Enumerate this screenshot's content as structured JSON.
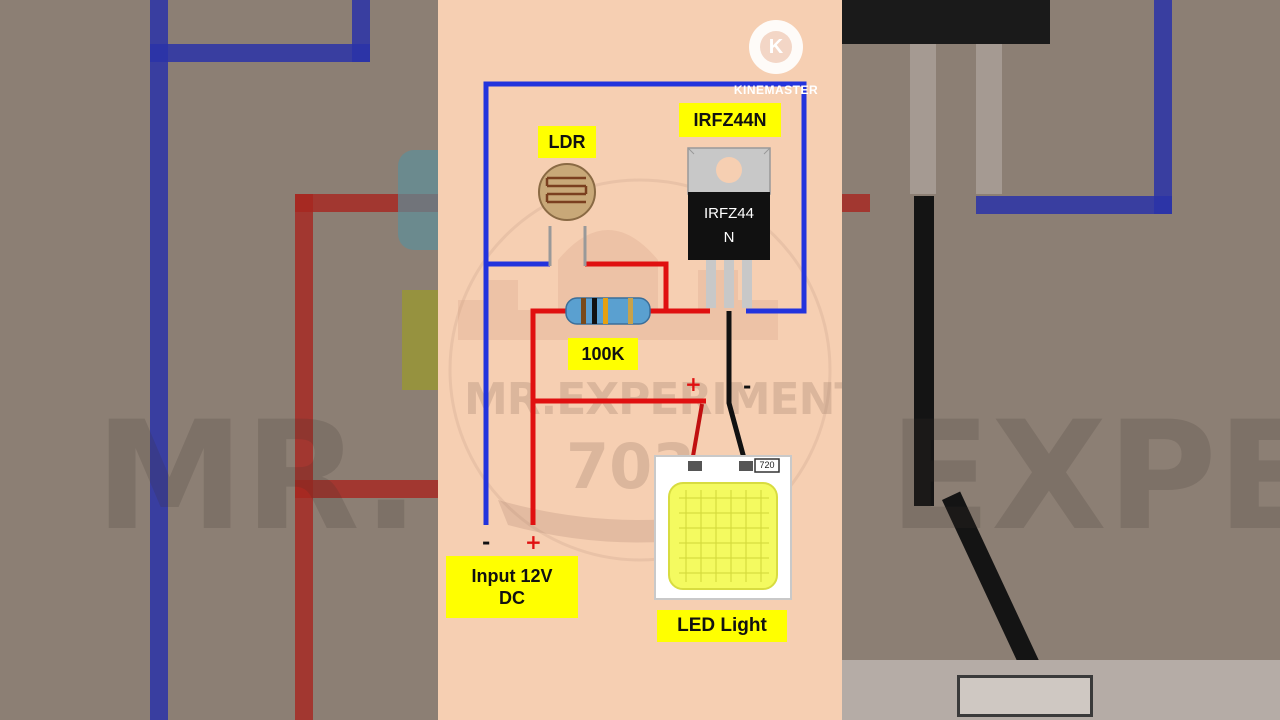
{
  "labels": {
    "ldr": "LDR",
    "mosfet": "IRFZ44N",
    "mosfet_body_line1": "IRFZ44",
    "mosfet_body_line2": "N",
    "resistor": "100K",
    "input_line1": "Input 12V",
    "input_line2": "DC",
    "led": "LED Light",
    "led_plus": "+",
    "led_minus": "-",
    "input_minus": "-",
    "input_plus": "+",
    "led_chip_code": "720"
  },
  "watermark": {
    "line1": "MR.EXPERIMENT",
    "line2": "703",
    "bg_text": "MR. EXPERIMENT"
  },
  "branding": {
    "logo_letter": "K",
    "app_name": "KINEMASTER"
  },
  "colors": {
    "wire_blue": "#2233dd",
    "wire_red": "#e01010",
    "wire_black": "#111111",
    "label_bg": "#ffff00",
    "panel_bg": "#f6cfb2",
    "led_yellow": "#f4fa60"
  }
}
